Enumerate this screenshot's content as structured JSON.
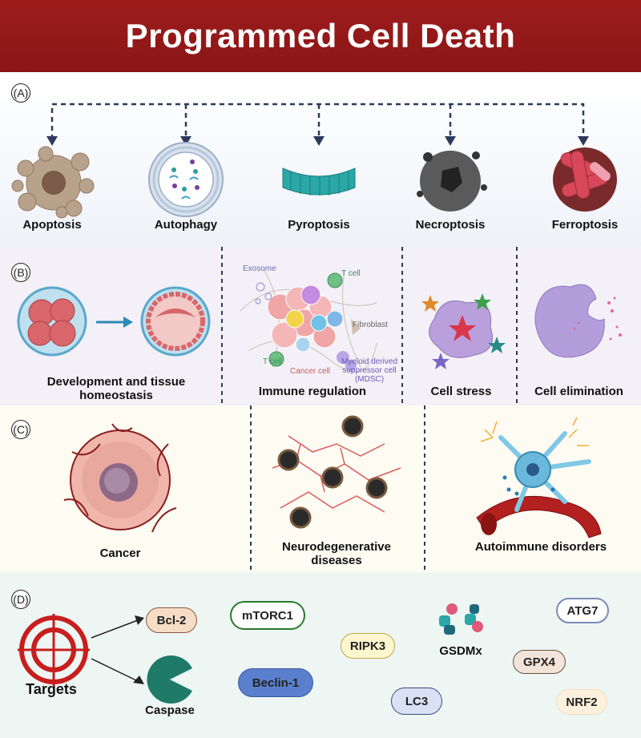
{
  "title": "Programmed Cell Death",
  "panels": {
    "a": {
      "letter": "(A)",
      "items": [
        "Apoptosis",
        "Autophagy",
        "Pyroptosis",
        "Necroptosis",
        "Ferroptosis"
      ]
    },
    "b": {
      "letter": "(B)",
      "development": "Development and tissue homeostasis",
      "immune": "Immune regulation",
      "stress": "Cell stress",
      "elimination": "Cell elimination",
      "annotations": {
        "exosome": "Exosome",
        "tcell_top": "T cell",
        "fibroblast": "Fibroblast",
        "tcell_bottom": "T cell",
        "cancer_cell": "Cancer cell",
        "mdsc": "Myeloid derived suppressor cell (MDSC)"
      }
    },
    "c": {
      "letter": "(C)",
      "cancer": "Cancer",
      "neuro": "Neurodegenerative diseases",
      "auto": "Autoimmune disorders"
    },
    "d": {
      "letter": "(D)",
      "targets": "Targets",
      "caspase": "Caspase",
      "pills": {
        "bcl2": "Bcl-2",
        "mtorc1": "mTORC1",
        "beclin1": "Beclin-1",
        "ripk3": "RIPK3",
        "lc3": "LC3",
        "gsdmx": "GSDMx",
        "atg7": "ATG7",
        "gpx4": "GPX4",
        "nrf2": "NRF2"
      }
    }
  },
  "colors": {
    "header": "#8a1515",
    "arrow": "#2c3a5c",
    "target_red": "#c81e1e",
    "caspase": "#1f7a6a"
  }
}
